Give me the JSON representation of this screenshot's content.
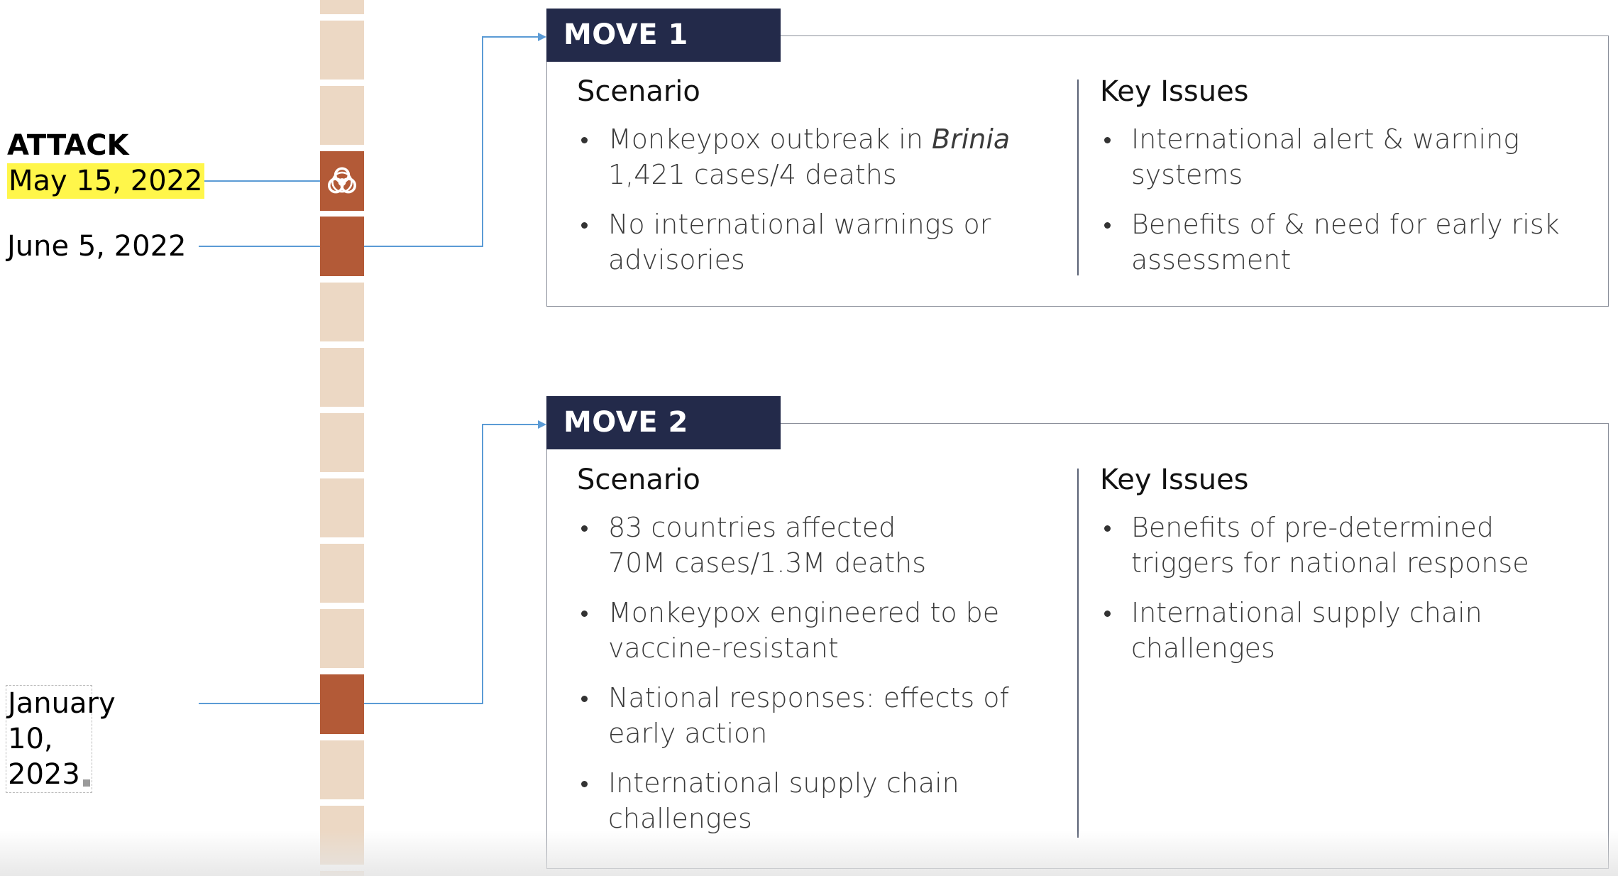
{
  "timeline": {
    "attack_word": "ATTACK",
    "attack_date": "May 15, 2022",
    "move1_date": "June 5, 2022",
    "move2_date_line1": "January 10,",
    "move2_date_line2": "2023",
    "colors": {
      "cell": "#ecd8c4",
      "active": "#b35a37",
      "connector": "#5b9bd5",
      "highlight": "#fff64a"
    },
    "icon": "biohazard-icon"
  },
  "moves": [
    {
      "tab": "MOVE 1",
      "scenario_title": "Scenario",
      "scenario_items": [
        {
          "parts": [
            {
              "text": "Monkeypox outbreak in "
            },
            {
              "text": "Brinia",
              "italic": true
            }
          ],
          "line2": "1,421 cases/4 deaths"
        },
        {
          "line1": "No international warnings or",
          "line2": "advisories"
        }
      ],
      "issues_title": "Key Issues",
      "issues_items": [
        {
          "line1": "International alert & warning",
          "line2": "systems"
        },
        {
          "line1": "Benefits of & need for early risk",
          "line2": "assessment"
        }
      ]
    },
    {
      "tab": "MOVE 2",
      "scenario_title": "Scenario",
      "scenario_items": [
        {
          "line1": "83 countries affected",
          "line2": "70M cases/1.3M deaths"
        },
        {
          "line1": "Monkeypox engineered to be",
          "line2": "vaccine-resistant"
        },
        {
          "line1": "National responses: effects of",
          "line2": "early action"
        },
        {
          "line1": "International supply chain",
          "line2": "challenges"
        }
      ],
      "issues_title": "Key Issues",
      "issues_items": [
        {
          "line1": "Benefits of pre-determined",
          "line2": "triggers for national response"
        },
        {
          "line1": "International supply chain",
          "line2": "challenges"
        }
      ]
    }
  ],
  "theme": {
    "tab_bg": "#232a4a",
    "tab_text": "#ffffff",
    "box_border": "#8a8f9a"
  }
}
